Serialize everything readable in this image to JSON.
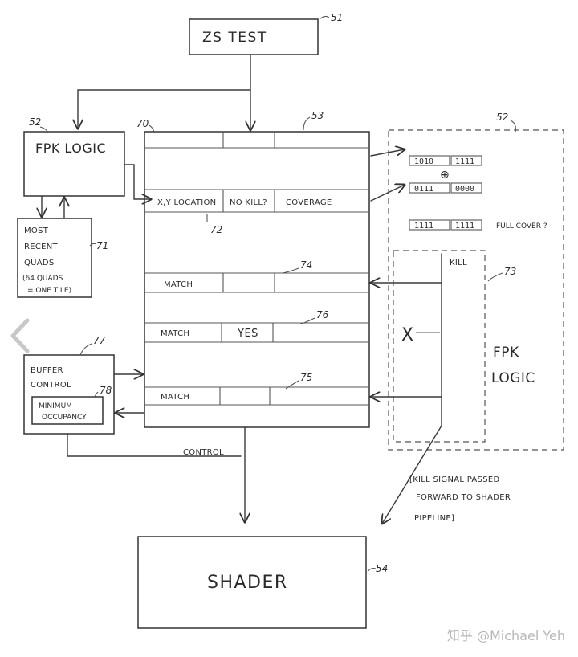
{
  "labels": {
    "zs_test": "ZS TEST",
    "fpk_logic": "FPK LOGIC",
    "most_recent_quads": [
      "MOST",
      "RECENT",
      "QUADS",
      "(64 QUADS",
      "= ONE TILE)"
    ],
    "buffer_control": [
      "BUFFER",
      "CONTROL"
    ],
    "minimum_occupancy": [
      "MINIMUM",
      "OCCUPANCY"
    ],
    "xy_location": "X,Y LOCATION",
    "no_kill": "NO KILL?",
    "coverage": "COVERAGE",
    "match": "MATCH",
    "yes": "YES",
    "kill": "KILL",
    "x_mark": "X",
    "full_cover": "FULL COVER ?",
    "fpk_logic_right": [
      "FPK",
      "LOGIC"
    ],
    "control": "CONTROL",
    "kill_signal_note": [
      "[KILL SIGNAL PASSED",
      "FORWARD TO SHADER",
      "PIPELINE]"
    ],
    "shader": "SHADER",
    "bits_row1": [
      "1010",
      "1111"
    ],
    "bits_row2": [
      "0111",
      "0000"
    ],
    "bits_row3": [
      "1111",
      "1111"
    ],
    "xor_symbol": "⊕",
    "dash_symbol": "—"
  },
  "refs": {
    "zs_test": "51",
    "fpk_left": "52",
    "fpk_right": "52",
    "buffer": "53",
    "shader": "54",
    "buffer_entry": "70",
    "most_recent": "71",
    "xy_field": "72",
    "fpk_inner": "73",
    "match1": "74",
    "match3": "75",
    "match2": "76",
    "buffer_control": "77",
    "min_occupancy": "78"
  },
  "watermark": "知乎 @Michael Yeh"
}
